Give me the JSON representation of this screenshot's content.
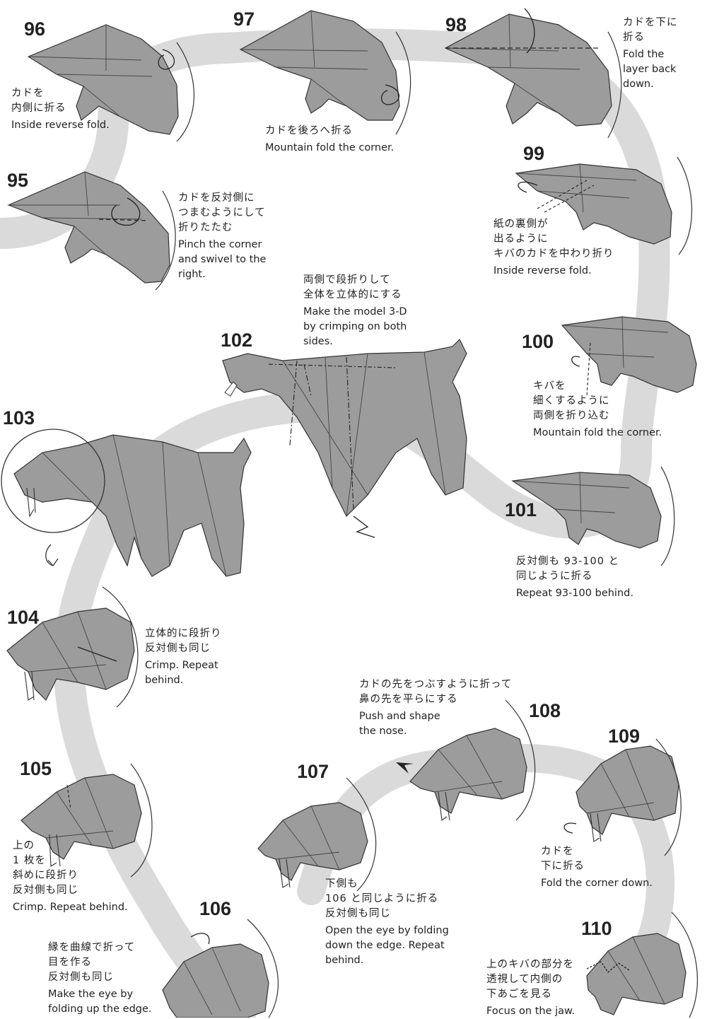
{
  "colors": {
    "path": "#d9d9d9",
    "paper": "#9a9a9a",
    "paper_dark": "#7d7d7d",
    "line": "#3a3a3a"
  },
  "steps": [
    {
      "id": "s95",
      "num": "95",
      "lines": [
        "カドを反対側に",
        "つまむようにして",
        "折りたたむ",
        "Pinch the corner",
        "and swivel to the",
        "right."
      ]
    },
    {
      "id": "s96",
      "num": "96",
      "lines": [
        "カドを",
        "内側に折る",
        "Inside reverse fold."
      ]
    },
    {
      "id": "s97",
      "num": "97",
      "lines": [
        "カドを後ろへ折る",
        "Mountain fold the corner."
      ]
    },
    {
      "id": "s98",
      "num": "98",
      "lines": [
        "カドを下に",
        "折る",
        "Fold the",
        "layer back",
        "down."
      ]
    },
    {
      "id": "s99",
      "num": "99",
      "lines": [
        "紙の裏側が",
        "出るように",
        "キバのカドを中わり折り",
        "Inside reverse fold."
      ]
    },
    {
      "id": "s100",
      "num": "100",
      "lines": [
        "キバを",
        "細くするように",
        "両側を折り込む",
        "Mountain fold the corner."
      ]
    },
    {
      "id": "s101",
      "num": "101",
      "lines": [
        "反対側も 93-100 と",
        "同じように折る",
        "Repeat 93-100 behind."
      ]
    },
    {
      "id": "s102",
      "num": "102",
      "lines": [
        "両側で段折りして",
        "全体を立体的にする",
        "Make the model 3-D",
        "by crimping on both",
        "sides."
      ]
    },
    {
      "id": "s103",
      "num": "103",
      "lines": []
    },
    {
      "id": "s104",
      "num": "104",
      "lines": [
        "立体的に段折り",
        "反対側も同じ",
        "Crimp. Repeat",
        "behind."
      ]
    },
    {
      "id": "s105",
      "num": "105",
      "lines": [
        "上の",
        "1 枚を",
        "斜めに段折り",
        "反対側も同じ",
        "Crimp. Repeat behind."
      ]
    },
    {
      "id": "s106",
      "num": "106",
      "lines": [
        "縁を曲線で折って",
        "目を作る",
        "反対側も同じ",
        "Make the eye by",
        "folding up the edge."
      ]
    },
    {
      "id": "s107",
      "num": "107",
      "lines": [
        "下側も",
        "106 と同じように折る",
        "反対側も同じ",
        "Open the eye by folding",
        "down the edge. Repeat",
        "behind."
      ]
    },
    {
      "id": "s108",
      "num": "108",
      "lines": [
        "カドの先をつぶすように折って",
        "鼻の先を平らにする",
        "Push and shape",
        "the nose."
      ]
    },
    {
      "id": "s109",
      "num": "109",
      "lines": [
        "カドを",
        "下に折る",
        "Fold the corner down."
      ]
    },
    {
      "id": "s110",
      "num": "110",
      "lines": [
        "上のキバの部分を",
        "透視して内側の",
        "下あごを見る",
        "Focus on the jaw."
      ]
    }
  ]
}
